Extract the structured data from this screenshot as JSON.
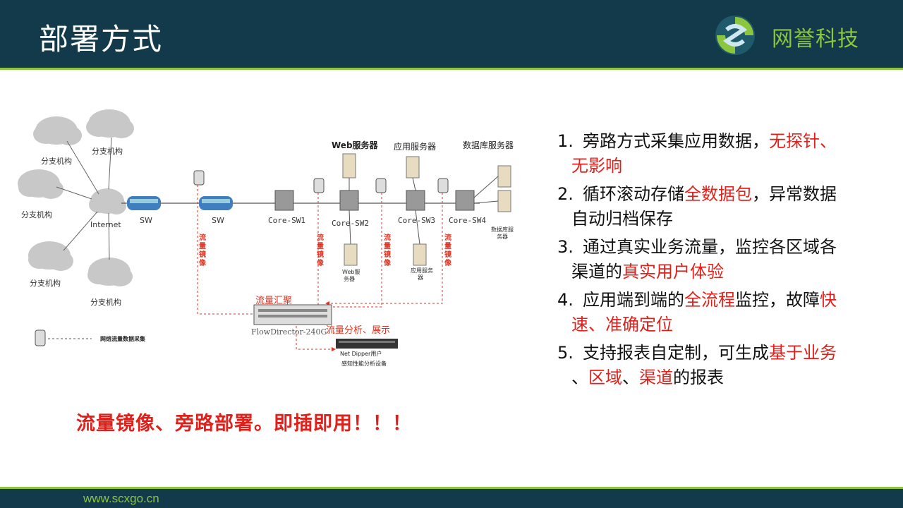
{
  "header": {
    "title": "部署方式",
    "logo_text": "网誉科技"
  },
  "footer": {
    "url": "www.scxgo.cn"
  },
  "diagram": {
    "branch_label": "分支机构",
    "internet_label": "Internet",
    "sw_label": "SW",
    "core_labels": [
      "Core-SW1",
      "Core-SW2",
      "Core-SW3",
      "Core-SW4"
    ],
    "server_group_labels": [
      "Web服务器",
      "应用服务器",
      "数据库服务器"
    ],
    "server_sub_labels": [
      "Web服",
      "务器",
      "应用服务",
      "器",
      "数据库服",
      "务器"
    ],
    "mirror_label": [
      "流",
      "量",
      "镜",
      "像"
    ],
    "aggregate_label": "流量汇聚",
    "flowdirector_label": "FlowDirector-240G",
    "analysis_label": "流量分析、展示",
    "netdipper_label": "Net Dipper用户",
    "netdipper_sub": "感知性能分析设备",
    "legend_label": "网络流量数据采集"
  },
  "slogan": "流量镜像、旁路部署。即插即用！！！",
  "points": [
    {
      "num": "1.",
      "line1": [
        {
          "t": "旁路方式采集应用数据，",
          "r": false
        },
        {
          "t": "无探针、",
          "r": true
        }
      ],
      "line2": [
        {
          "t": "无影响",
          "r": true
        }
      ]
    },
    {
      "num": "2.",
      "line1": [
        {
          "t": "循环滚动存储",
          "r": false
        },
        {
          "t": "全数据包",
          "r": true
        },
        {
          "t": "，异常数据",
          "r": false
        }
      ],
      "line2": [
        {
          "t": "自动归档保存",
          "r": false
        }
      ]
    },
    {
      "num": "3.",
      "line1": [
        {
          "t": "通过真实业务流量，监控各区域各",
          "r": false
        }
      ],
      "line2": [
        {
          "t": "渠道的",
          "r": false
        },
        {
          "t": "真实用户体验",
          "r": true
        }
      ]
    },
    {
      "num": "4.",
      "line1": [
        {
          "t": "应用端到端的",
          "r": false
        },
        {
          "t": "全流程",
          "r": true
        },
        {
          "t": "监控，故障",
          "r": false
        },
        {
          "t": "快",
          "r": true
        }
      ],
      "line2": [
        {
          "t": "速、准确定位",
          "r": true
        }
      ]
    },
    {
      "num": "5.",
      "line1": [
        {
          "t": "支持报表自定制，可生成",
          "r": false
        },
        {
          "t": "基于业务",
          "r": true
        }
      ],
      "line2": [
        {
          "t": "、",
          "r": false
        },
        {
          "t": "区域",
          "r": true
        },
        {
          "t": "、",
          "r": false
        },
        {
          "t": "渠道",
          "r": true
        },
        {
          "t": "的报表",
          "r": false
        }
      ]
    }
  ],
  "colors": {
    "header_bg": "#123a4a",
    "accent_green": "#8cc63f",
    "highlight_red": "#e0201a"
  }
}
